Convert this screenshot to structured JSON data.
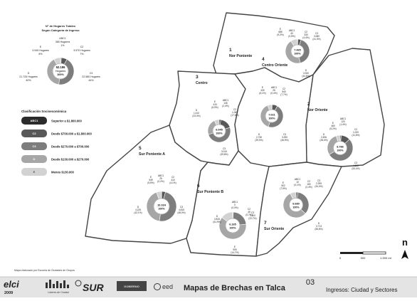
{
  "colors": {
    "abc1": "#2b2b2b",
    "c2": "#585858",
    "c3": "#7d7d7d",
    "d": "#a6a6a6",
    "e": "#d2d2d2",
    "district": "#ffffff",
    "border": "#444444",
    "footer": "#e4e4e4"
  },
  "overview": {
    "title": "N° de Hogares Totales",
    "subtitle": "Según Categoría de Ingreso",
    "center_value": "52.186",
    "center_label": "Hogares",
    "center_pct": "100%",
    "slices": [
      {
        "code": "ABC1",
        "value": "365 Hogares",
        "pct": "1%",
        "share": 1
      },
      {
        "code": "C2",
        "value": "3.570 Hogares",
        "pct": "7%",
        "share": 7
      },
      {
        "code": "C3",
        "value": "22.580 Hogares",
        "pct": "44%",
        "share": 44
      },
      {
        "code": "D",
        "value": "21.725 Hogares",
        "pct": "40%",
        "share": 40
      },
      {
        "code": "E",
        "value": "3.945 Hogares",
        "pct": "8%",
        "share": 8
      }
    ]
  },
  "legend": {
    "title": "Clasificación Socioeconómica",
    "items": [
      {
        "code": "ABC1",
        "label": "Superior a $1.800.000",
        "color": "#2b2b2b"
      },
      {
        "code": "C2",
        "label": "Desde $700.000 a $1.800.000",
        "color": "#585858"
      },
      {
        "code": "C3",
        "label": "Desde $270.000 a $700.000",
        "color": "#7d7d7d"
      },
      {
        "code": "D",
        "label": "Desde $130.000 a $270.000",
        "color": "#a6a6a6"
      },
      {
        "code": "E",
        "label": "Menos $130.000",
        "color": "#d2d2d2"
      }
    ]
  },
  "districts": [
    {
      "number": "1",
      "name": "Nor Poniente",
      "center_value": "7.465",
      "center_pct": "100%",
      "labels": [
        {
          "code": "ABC1",
          "value": "40",
          "pct": "(0,5%)"
        },
        {
          "code": "C2",
          "value": "330",
          "pct": "(4,4%)"
        },
        {
          "code": "C3",
          "value": "3.080",
          "pct": "(41,3%)"
        },
        {
          "code": "D",
          "value": "3.330",
          "pct": "(44,6%)"
        },
        {
          "code": "E",
          "value": "685",
          "pct": "(9,2%)"
        }
      ],
      "shares": [
        0.5,
        4.4,
        41.3,
        44.6,
        9.2
      ]
    },
    {
      "number": "2",
      "name": "Nor Oriente",
      "center_value": "8.786",
      "center_pct": "100%",
      "labels": [
        {
          "code": "ABC1",
          "value": "120",
          "pct": "(1,4%)"
        },
        {
          "code": "C2",
          "value": "1.020",
          "pct": "(11,6%)"
        },
        {
          "code": "C3",
          "value": "4.690",
          "pct": "(53,4%)"
        },
        {
          "code": "D",
          "value": "2.496",
          "pct": "(28,4%)"
        },
        {
          "code": "E",
          "value": "460",
          "pct": "(5,2%)"
        }
      ],
      "shares": [
        1.4,
        11.6,
        53.4,
        28.4,
        5.2
      ]
    },
    {
      "number": "3",
      "name": "Centro",
      "center_value": "6.045",
      "center_pct": "100%",
      "labels": [
        {
          "code": "ABC1",
          "value": "145",
          "pct": "(2,4%)"
        },
        {
          "code": "C2",
          "value": "1.065",
          "pct": "(17,6%)"
        },
        {
          "code": "C3",
          "value": "3.010",
          "pct": "(49,8%)"
        },
        {
          "code": "D",
          "value": "1.410",
          "pct": "(23,3%)"
        },
        {
          "code": "E",
          "value": "415",
          "pct": "(6,9%)"
        }
      ],
      "shares": [
        2.4,
        17.6,
        49.8,
        23.3,
        6.9
      ]
    },
    {
      "number": "4",
      "name": "Centro Oriente",
      "center_value": "7.021",
      "center_pct": "100%",
      "labels": [
        {
          "code": "ABC1",
          "value": "25",
          "pct": "(0,4%)"
        },
        {
          "code": "C2",
          "value": "540",
          "pct": "(7,7%)"
        },
        {
          "code": "C3",
          "value": "3.290",
          "pct": "(46,9%)"
        },
        {
          "code": "D",
          "value": "2.736",
          "pct": "(39,0%)"
        },
        {
          "code": "E",
          "value": "430",
          "pct": "(6,1%)"
        }
      ],
      "shares": [
        0.4,
        7.7,
        46.9,
        39.0,
        6.1
      ]
    },
    {
      "number": "5",
      "name": "Sur Poniente A",
      "center_value": "10.024",
      "center_pct": "100%",
      "labels": [
        {
          "code": "ABC1",
          "value": "25",
          "pct": "(0,2%)"
        },
        {
          "code": "C2",
          "value": "410",
          "pct": "(4,1%)"
        },
        {
          "code": "C3",
          "value": "4.815",
          "pct": "(48,0%)"
        },
        {
          "code": "D",
          "value": "4.225",
          "pct": "(42,1%)"
        },
        {
          "code": "E",
          "value": "549",
          "pct": "(5,5%)"
        }
      ],
      "shares": [
        0.2,
        4.1,
        48.0,
        42.1,
        5.5
      ]
    },
    {
      "number": "6",
      "name": "Sur Poniente B",
      "center_value": "6.165",
      "center_pct": "100%",
      "labels": [
        {
          "code": "ABC1",
          "value": "0",
          "pct": "(0,0%)"
        },
        {
          "code": "C2",
          "value": "45",
          "pct": "(0,7%)"
        },
        {
          "code": "C3",
          "value": "1.400",
          "pct": "(22,7%)"
        },
        {
          "code": "D",
          "value": "3.815",
          "pct": "(61,9%)"
        },
        {
          "code": "E",
          "value": "905",
          "pct": "(14,7%)"
        }
      ],
      "shares": [
        0,
        0.7,
        22.7,
        61.9,
        14.7
      ]
    },
    {
      "number": "7",
      "name": "Sur Oriente",
      "center_value": "6.680",
      "center_pct": "100%",
      "labels": [
        {
          "code": "ABC1",
          "value": "10",
          "pct": "(0,1%)"
        },
        {
          "code": "C2",
          "value": "160",
          "pct": "(2,4%)"
        },
        {
          "code": "C3",
          "value": "2.295",
          "pct": "(34,4%)"
        },
        {
          "code": "D",
          "value": "3.713",
          "pct": "(55,6%)"
        },
        {
          "code": "E",
          "value": "502",
          "pct": "(7,5%)"
        }
      ],
      "shares": [
        0.1,
        2.4,
        34.4,
        55.6,
        7.5
      ]
    }
  ],
  "scale": {
    "left": "0",
    "mid": "500",
    "right": "1.500 mt"
  },
  "north": "n",
  "source_note": "Mapa elaborado por Escuela de Ciudades de Grupos",
  "footer": {
    "brand": "elci",
    "brand_year": "2009",
    "sponsors": [
      "Líderes de Ciudad",
      "SUR",
      "GOBIERNO",
      "eed"
    ],
    "title": "Mapas de Brechas en Talca",
    "page": "03",
    "section": "Ingresos: Ciudad y Sectores"
  }
}
